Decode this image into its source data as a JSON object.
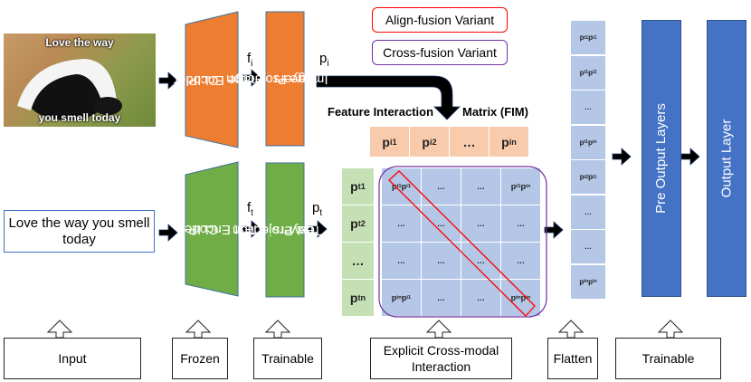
{
  "input": {
    "image_caption_top": "Love the way",
    "image_caption_bottom": "you smell today",
    "text_box": "Love the way you smell today"
  },
  "encoders": {
    "image_encoder": {
      "line1": "CLIP",
      "line2": "Image Encoder"
    },
    "text_encoder": {
      "line1": "CLIP",
      "line2": "Text Encoder"
    },
    "image_projection": {
      "line1": "Image Projection",
      "line2": "Layers"
    },
    "text_projection": {
      "line1": "Text Projection",
      "line2": "Layers"
    }
  },
  "labels": {
    "f_i": {
      "base": "f",
      "sub": "i"
    },
    "f_t": {
      "base": "f",
      "sub": "t"
    },
    "p_i": {
      "base": "p",
      "sub": "i"
    },
    "p_t": {
      "base": "p",
      "sub": "t"
    }
  },
  "variants": {
    "align": "Align-fusion Variant",
    "cross": "Cross-fusion Variant"
  },
  "fim": {
    "title_left": "Feature Interaction",
    "title_right": "Matrix (FIM)",
    "image_row": [
      {
        "base": "p",
        "sub": "i1"
      },
      {
        "base": "p",
        "sub": "i2"
      },
      {
        "base": "…",
        "sub": ""
      },
      {
        "base": "p",
        "sub": "in"
      }
    ],
    "text_col": [
      {
        "base": "p",
        "sub": "t1"
      },
      {
        "base": "p",
        "sub": "t2"
      },
      {
        "base": "…",
        "sub": ""
      },
      {
        "base": "p",
        "sub": "tn"
      }
    ],
    "matrix": [
      [
        "pt1pi1",
        "…",
        "…",
        "pt1pin"
      ],
      [
        "…",
        "…",
        "…",
        "…"
      ],
      [
        "…",
        "…",
        "…",
        "…"
      ],
      [
        "ptnpi1",
        "…",
        "…",
        "ptnpin"
      ]
    ]
  },
  "flatten_column": [
    "pt1pi1",
    "pt1pi2",
    "…",
    "pt1pin",
    "pt2pi1",
    "…",
    "…",
    "ptnpin"
  ],
  "output": {
    "pre_output": "Pre Output Layers",
    "output_layer": "Output Layer"
  },
  "bottom_notes": [
    "Input",
    "Frozen",
    "Trainable",
    "Explicit Cross-modal Interaction",
    "Flatten",
    "Trainable"
  ],
  "colors": {
    "orange": "#ed7d31",
    "green": "#70ad47",
    "blue": "#4472c4",
    "light_blue": "#b4c7e7",
    "peach": "#f8cbad",
    "light_green": "#c5e0b4",
    "red": "#ff0000",
    "purple": "#7030a0"
  }
}
